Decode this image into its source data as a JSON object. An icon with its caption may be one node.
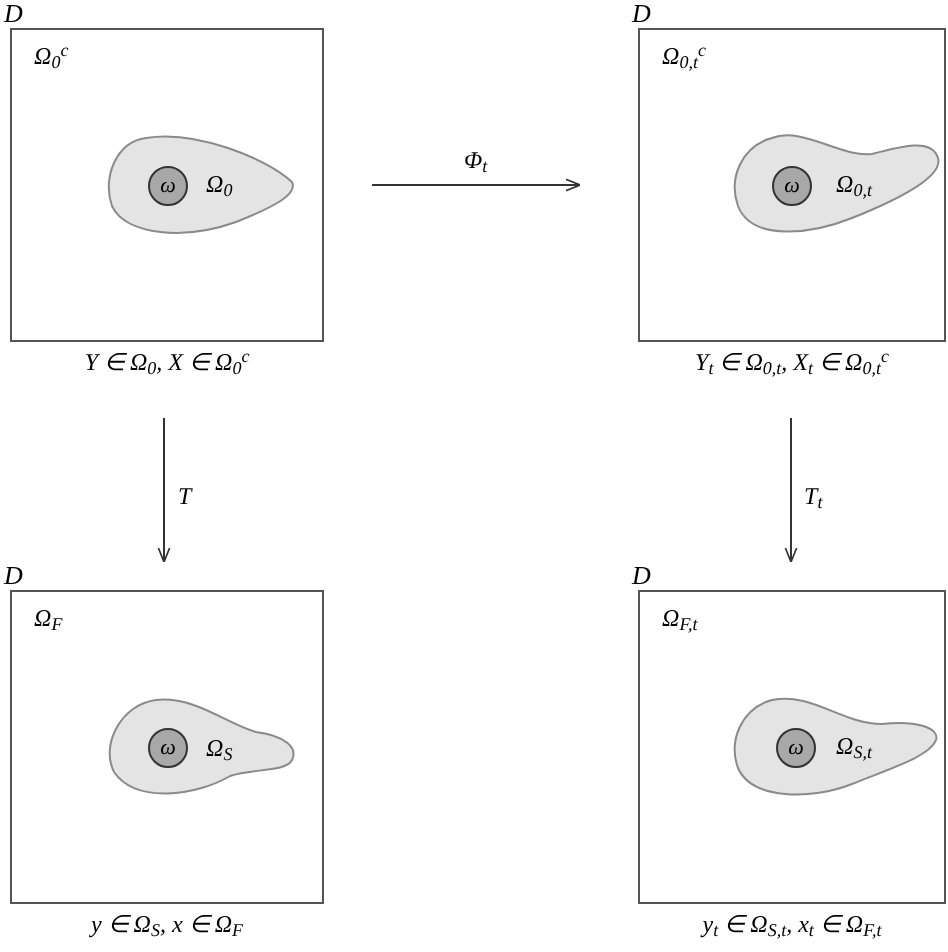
{
  "diagram": {
    "nodes": [
      {
        "text": [
          "D",
          "Ω$_{0}$$^{c}$"
        ],
        "beside": [
          "Y ∈ Ω$_{0}$,  X ∈ Ω$_{0}$$^{c}$"
        ]
      },
      {
        "text": [
          "Ω$_{0}$"
        ],
        "in": 0
      },
      {
        "text": [
          "ω"
        ],
        "in": 1
      },
      {
        "text": [
          "D",
          "Ω$_{0,t}$$^{c}$"
        ],
        "beside": [
          "Y$_{t}$ ∈ Ω$_{0,t}$,  X$_{t}$ ∈ Ω$_{0,t}$$^{c}$"
        ]
      },
      {
        "text": [
          "Ω$_{0,t}$"
        ],
        "in": 3
      },
      {
        "text": [
          "ω"
        ],
        "in": 4
      },
      {
        "text": [
          "D",
          "Ω$_{F}$"
        ],
        "beside": [
          "y ∈ Ω$_{S}$,  x ∈ Ω$_{F}$"
        ]
      },
      {
        "text": [
          "Ω$_{S}$"
        ],
        "in": 6
      },
      {
        "text": [
          "ω"
        ],
        "in": 7
      },
      {
        "text": [
          "D",
          "Ω$_{F,t}$"
        ],
        "beside": [
          "y$_{t}$ ∈ Ω$_{S,t}$,  x$_{t}$ ∈ Ω$_{F,t}$"
        ]
      },
      {
        "text": [
          "Ω$_{S,t}$"
        ],
        "in": 9
      },
      {
        "text": [
          "ω"
        ],
        "in": 10
      }
    ],
    "edges": [
      {
        "from": 0,
        "to": 3,
        "arrow": "to",
        "label": "Φ$_{t}$"
      },
      {
        "from": 0,
        "to": 6,
        "arrow": "to",
        "label": "T"
      },
      {
        "from": 3,
        "to": 9,
        "arrow": "to",
        "label": "T$_{t}$"
      }
    ]
  }
}
